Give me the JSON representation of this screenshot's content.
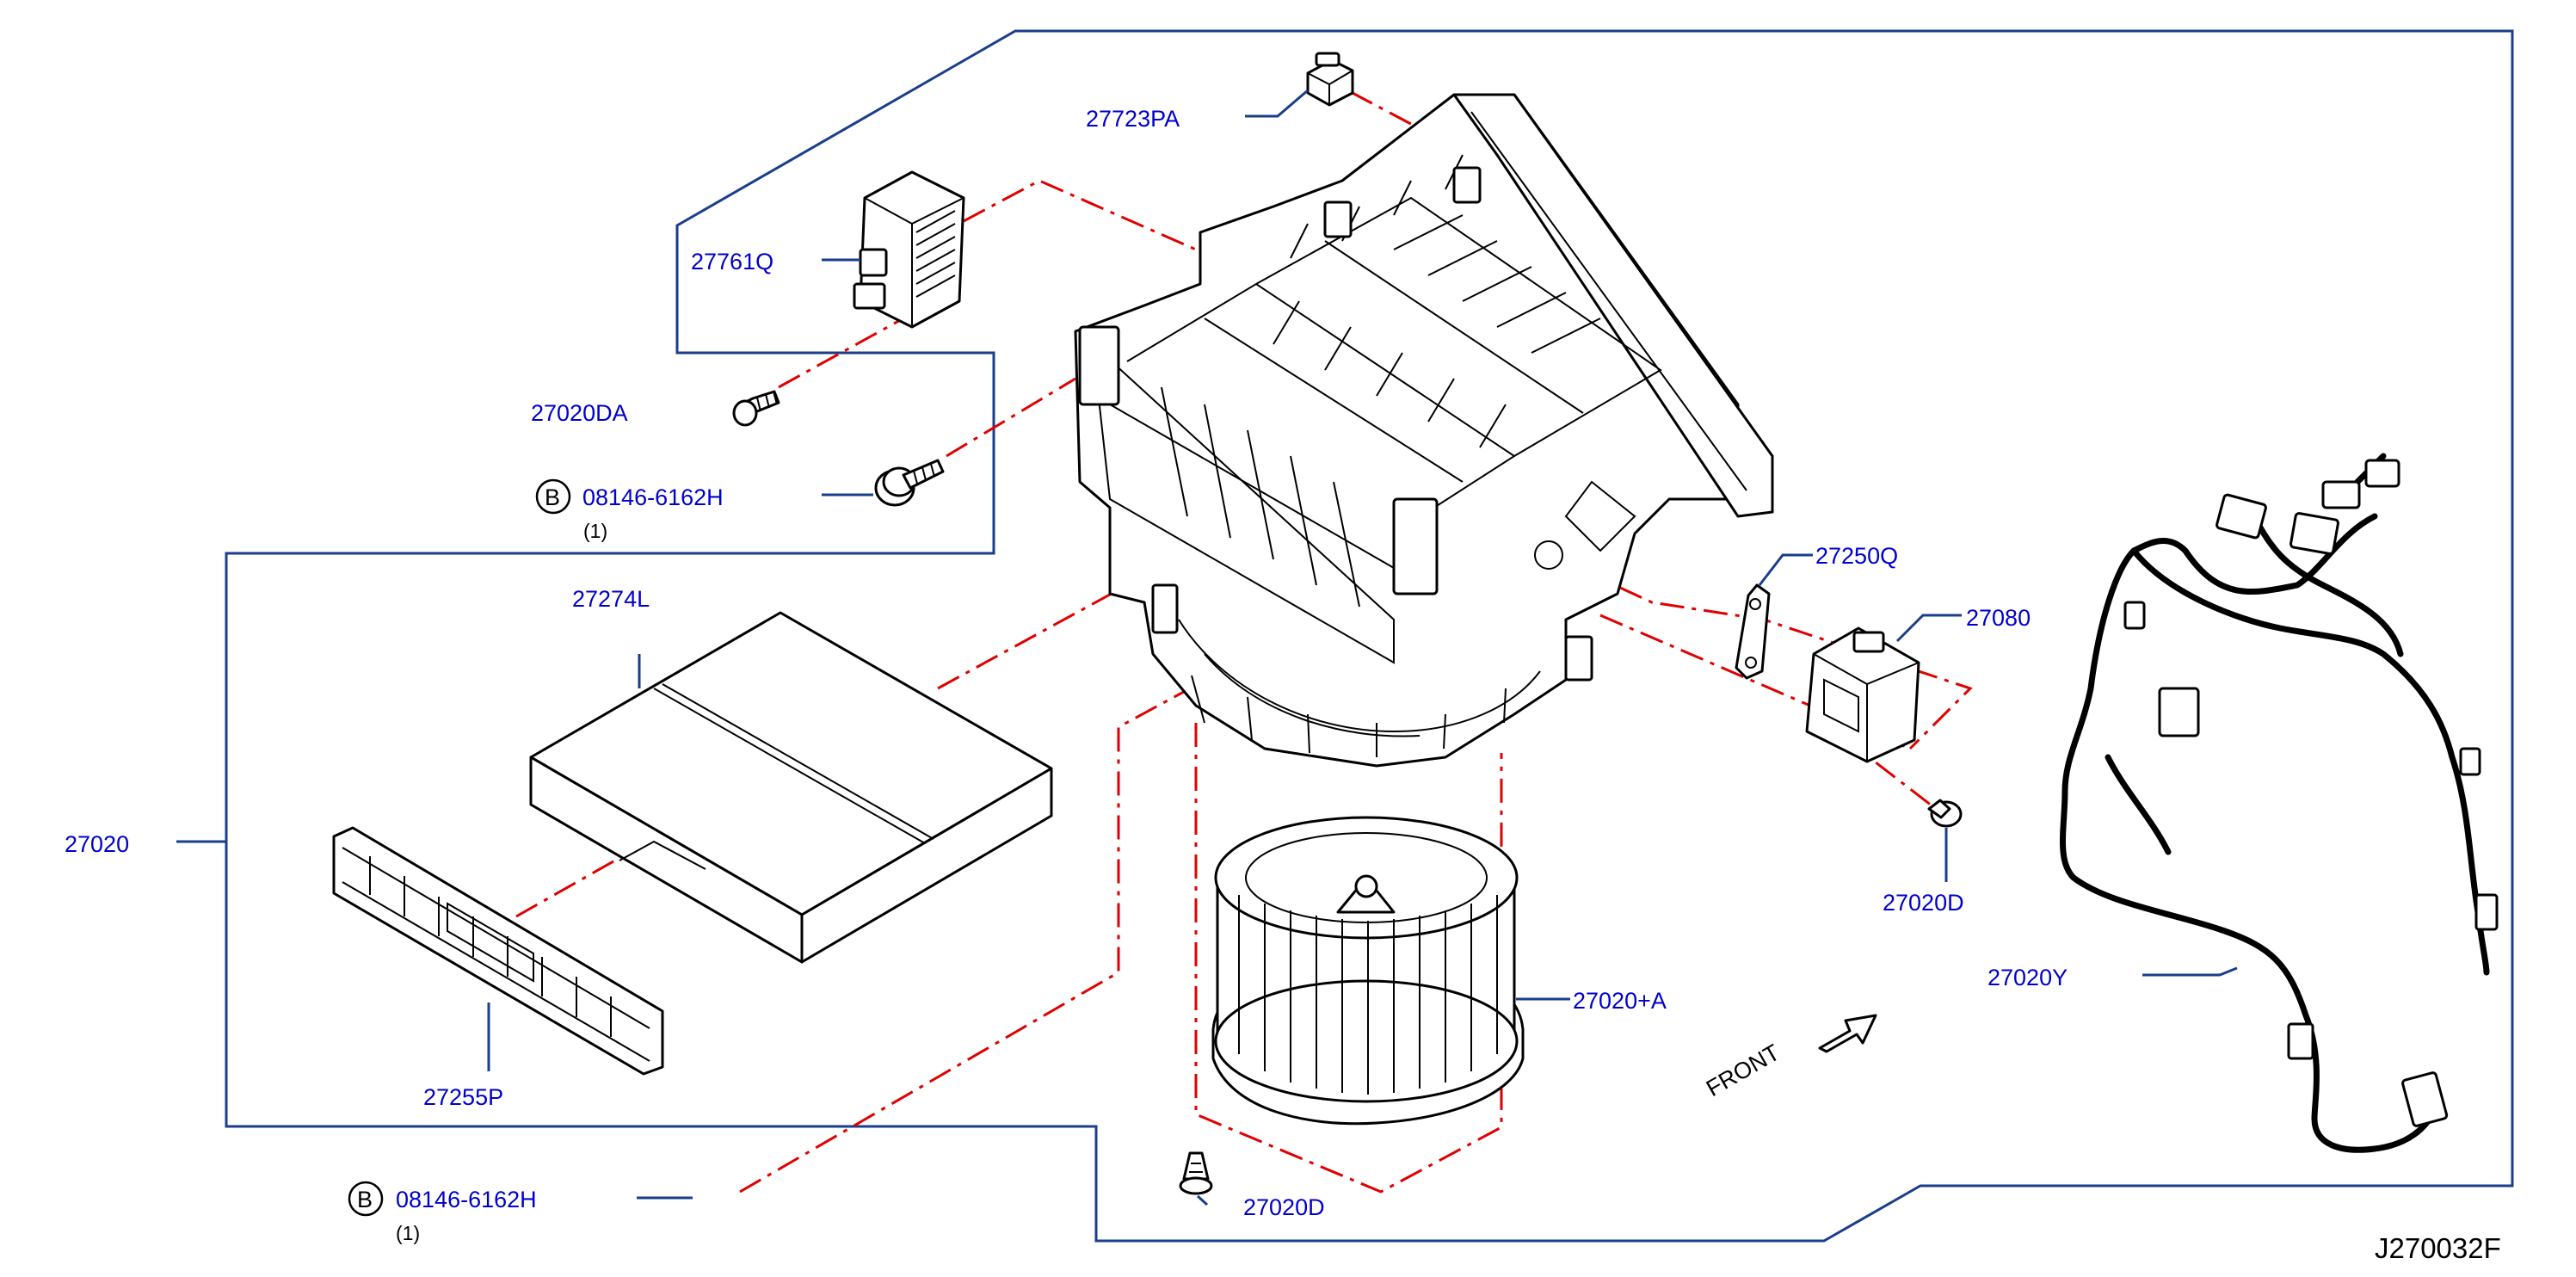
{
  "colors": {
    "label": "#0000cc",
    "frame": "#1a3e8c",
    "centerline": "#e00000",
    "ink": "#000000"
  },
  "labels": {
    "p27723PA": "27723PA",
    "p27761Q": "27761Q",
    "p27020DA": "27020DA",
    "p08146_top": "08146-6162H",
    "p08146_top_qty": "(1)",
    "p27274L": "27274L",
    "p27020": "27020",
    "p27255P": "27255P",
    "p08146_bottom": "08146-6162H",
    "p08146_bottom_qty": "(1)",
    "p27020D_bottom": "27020D",
    "p27020A": "27020+A",
    "p27250Q": "27250Q",
    "p27080": "27080",
    "p27020D_right": "27020D",
    "p27020Y": "27020Y",
    "front": "FRONT",
    "figure_code": "J270032F",
    "bolt_mark": "B"
  },
  "icons": {
    "front_arrow": "front-arrow-icon",
    "bolt_mark": "circled-b-icon"
  }
}
